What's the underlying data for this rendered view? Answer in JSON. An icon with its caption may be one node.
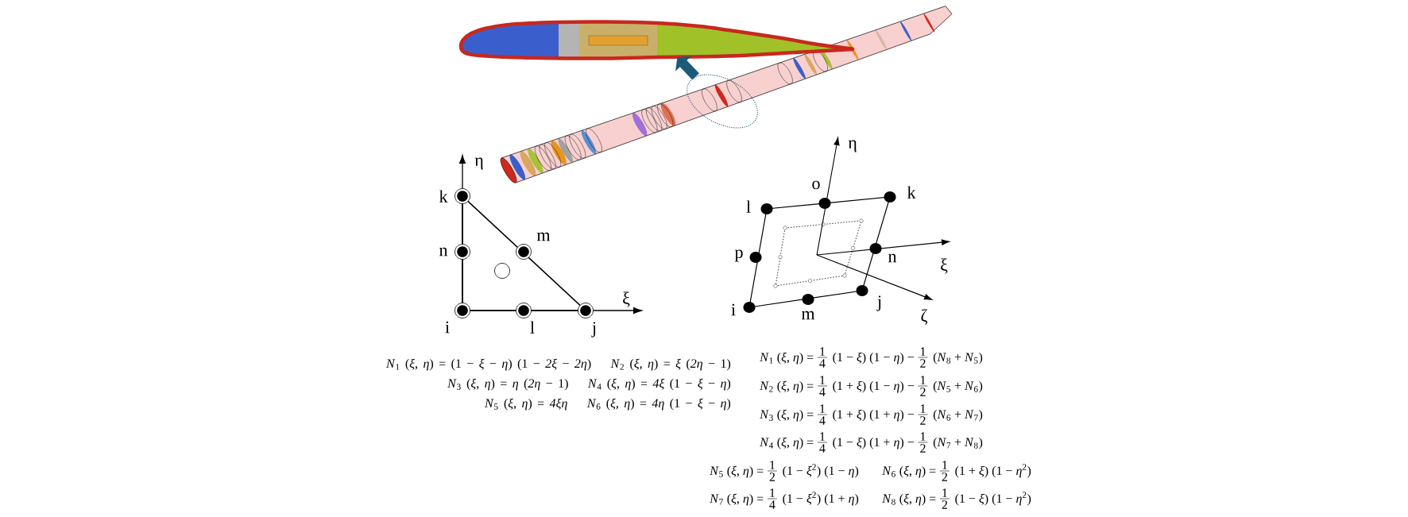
{
  "diagram": {
    "nodes": [
      {
        "text": [],
        "shape": "picture"
      },
      {
        "text": [],
        "shape": "ellipse"
      }
    ],
    "edges": [
      {
        "from": 1,
        "to": 0,
        "arrow": "to",
        "color": "#1c5b78"
      }
    ],
    "labels": [
      "η",
      "k",
      "n",
      "m",
      "ξ",
      "i",
      "l",
      "j",
      "η",
      "o",
      "k",
      "l",
      "p",
      "n",
      "ξ",
      "i",
      "j",
      "m",
      "ζ",
      "*N*$_{1}$ (*ξ*, *η*) = (1 − *ξ* − *η*) (1 − *2ξ* − *2η*)",
      "*N*$_{2}$ (*ξ*, *η*) = *ξ* (*2η* − 1)",
      "*N*$_{3}$ (*ξ*, *η*) = *η* (*2η* − 1)",
      "*N*$_{4}$ (*ξ*, *η*) = *4ξ* (1 − *ξ* − *η*)",
      "*N*$_{5}$ (*ξ*, *η*) = *4ξη*",
      "*N*$_{6}$ (*ξ*, *η*) = *4η* (1 − *ξ* − *η*)",
      "*N*$_{1}$ (*ξ*, *η*) =",
      "1",
      "4",
      "(1 − *ξ*) (1 − *η*) −",
      "1",
      "2",
      "(*N*$_{8}$ + *N*$_{5}$)",
      "*N*$_{2}$ (*ξ*, *η*) =",
      "1",
      "4",
      "(1 + *ξ*) (1 − *η*) −",
      "1",
      "2",
      "(*N*$_{5}$ + *N*$_{6}$)",
      "*N*$_{3}$ (*ξ*, *η*) =",
      "1",
      "4",
      "(1 + *ξ*) (1 + *η*) −",
      "1",
      "2",
      "(*N*$_{6}$ + *N*$_{7}$)",
      "*N*$_{4}$ (*ξ*, *η*) =",
      "1",
      "4",
      "(1 − *ξ*) (1 + *η*) −",
      "1",
      "2",
      "(*N*$_{7}$ + *N*$_{8}$)",
      "*N*$_{5}$ (*ξ*, *η*) =",
      "1",
      "2",
      "(1 − *ξ*$^{2}$) (1 − *η*)",
      "*N*$_{6}$ (*ξ*, *η*) =",
      "1",
      "2",
      "(1 + *ξ*) (1 − *η*$^{2}$)",
      "*N*$_{7}$ (*ξ*, *η*) =",
      "1",
      "4",
      "(1 − *ξ*$^{2}$) (1 + *η*)",
      "*N*$_{8}$ (*ξ*, *η*) =",
      "1",
      "2",
      "(1 − *ξ*) (1 − *η*$^{2}$)"
    ]
  }
}
